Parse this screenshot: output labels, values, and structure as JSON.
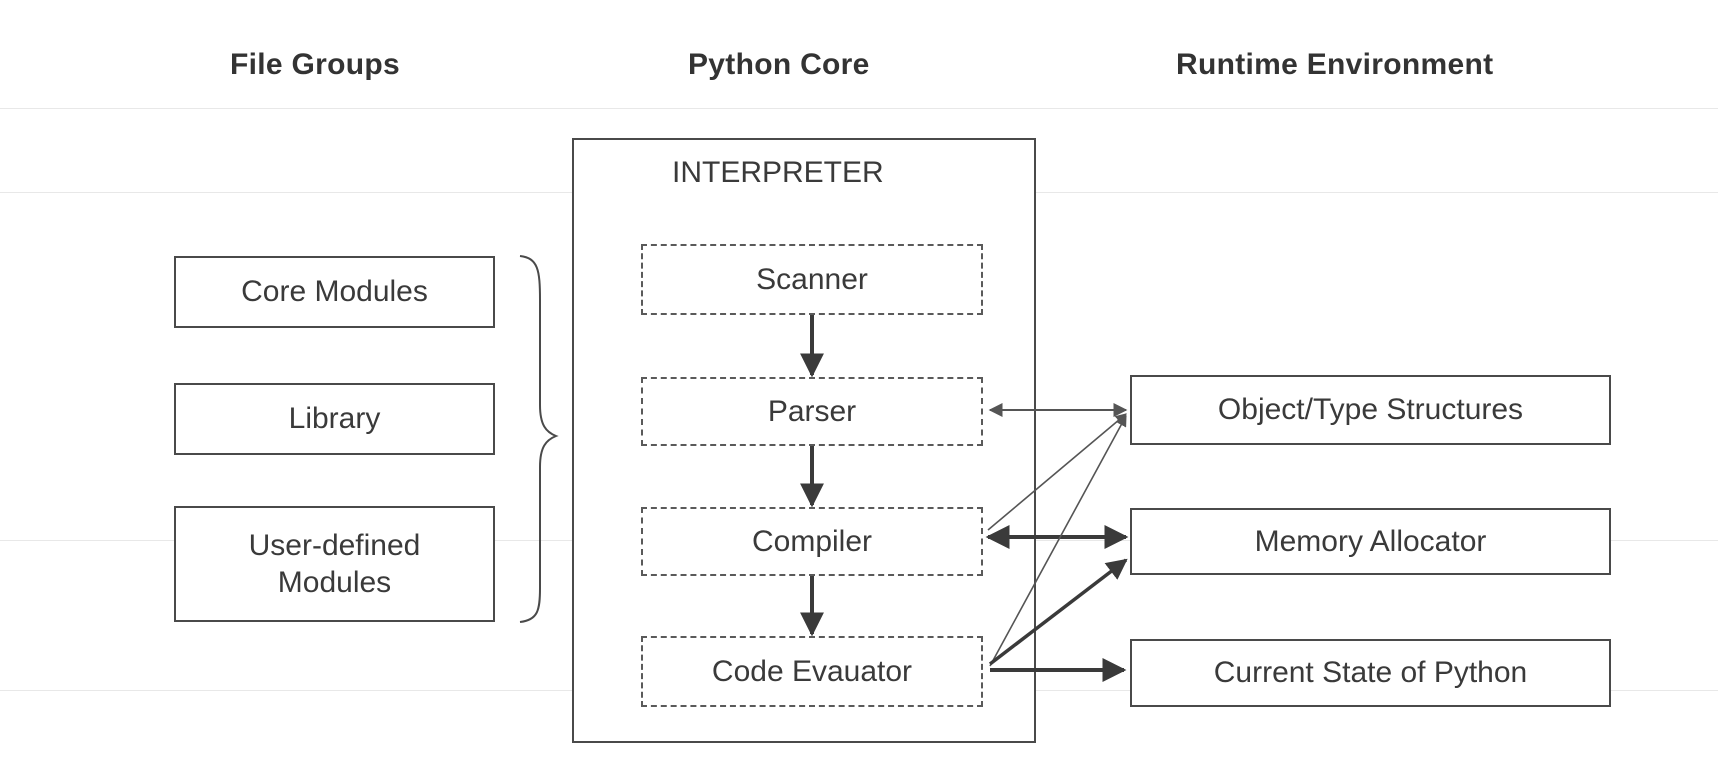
{
  "headers": {
    "file_groups": "File Groups",
    "python_core": "Python Core",
    "runtime_environment": "Runtime Environment"
  },
  "file_groups": {
    "core_modules": "Core Modules",
    "library": "Library",
    "user_defined_line1": "User-defined",
    "user_defined_line2": "Modules"
  },
  "interpreter": {
    "label": "INTERPRETER",
    "scanner": "Scanner",
    "parser": "Parser",
    "compiler": "Compiler",
    "code_evaluator": "Code Evauator"
  },
  "runtime": {
    "object_type_structures": "Object/Type Structures",
    "memory_allocator": "Memory Allocator",
    "current_state": "Current State of Python"
  }
}
